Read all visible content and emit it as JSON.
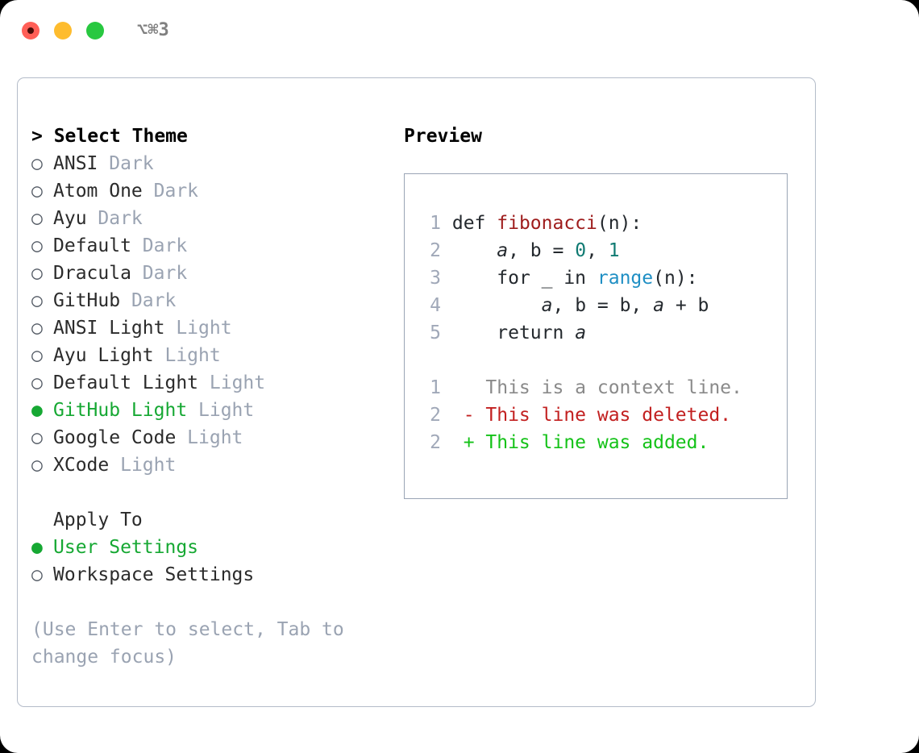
{
  "titlebar": {
    "shortcut": "⌥⌘3",
    "buttons": [
      {
        "name": "close",
        "color": "#ff5f57"
      },
      {
        "name": "minimize",
        "color": "#febc2e"
      },
      {
        "name": "maximize",
        "color": "#28c840"
      }
    ]
  },
  "left": {
    "header": "> Select Theme",
    "themes": [
      {
        "marker": "○",
        "name": "ANSI",
        "tag": "Dark",
        "selected": false
      },
      {
        "marker": "○",
        "name": "Atom One",
        "tag": "Dark",
        "selected": false
      },
      {
        "marker": "○",
        "name": "Ayu",
        "tag": "Dark",
        "selected": false
      },
      {
        "marker": "○",
        "name": "Default",
        "tag": "Dark",
        "selected": false
      },
      {
        "marker": "○",
        "name": "Dracula",
        "tag": "Dark",
        "selected": false
      },
      {
        "marker": "○",
        "name": "GitHub",
        "tag": "Dark",
        "selected": false
      },
      {
        "marker": "○",
        "name": "ANSI Light",
        "tag": "Light",
        "selected": false
      },
      {
        "marker": "○",
        "name": "Ayu Light",
        "tag": "Light",
        "selected": false
      },
      {
        "marker": "○",
        "name": "Default Light",
        "tag": "Light",
        "selected": false
      },
      {
        "marker": "●",
        "name": "GitHub Light",
        "tag": "Light",
        "selected": true
      },
      {
        "marker": "○",
        "name": "Google Code",
        "tag": "Light",
        "selected": false
      },
      {
        "marker": "○",
        "name": "XCode",
        "tag": "Light",
        "selected": false
      }
    ],
    "apply_to_header": "Apply To",
    "apply_to": [
      {
        "marker": "●",
        "name": "User Settings",
        "selected": true
      },
      {
        "marker": "○",
        "name": "Workspace Settings",
        "selected": false
      }
    ],
    "hint": "(Use Enter to select, Tab to change focus)"
  },
  "right": {
    "header": "Preview",
    "code": [
      {
        "num": "1",
        "tokens": [
          {
            "t": "def ",
            "c": "plain"
          },
          {
            "t": "fibonacci",
            "c": "fn"
          },
          {
            "t": "(n):",
            "c": "plain"
          }
        ]
      },
      {
        "num": "2",
        "tokens": [
          {
            "t": "    ",
            "c": "plain"
          },
          {
            "t": "a",
            "c": "ital"
          },
          {
            "t": ", b = ",
            "c": "plain"
          },
          {
            "t": "0",
            "c": "num"
          },
          {
            "t": ", ",
            "c": "plain"
          },
          {
            "t": "1",
            "c": "num"
          }
        ]
      },
      {
        "num": "3",
        "tokens": [
          {
            "t": "    for _ in ",
            "c": "plain"
          },
          {
            "t": "range",
            "c": "call"
          },
          {
            "t": "(n):",
            "c": "plain"
          }
        ]
      },
      {
        "num": "4",
        "tokens": [
          {
            "t": "        ",
            "c": "plain"
          },
          {
            "t": "a",
            "c": "ital"
          },
          {
            "t": ", b = b, ",
            "c": "plain"
          },
          {
            "t": "a",
            "c": "ital"
          },
          {
            "t": " + b",
            "c": "plain"
          }
        ]
      },
      {
        "num": "5",
        "tokens": [
          {
            "t": "    return ",
            "c": "plain"
          },
          {
            "t": "a",
            "c": "ital"
          }
        ]
      }
    ],
    "diff": [
      {
        "num": "1",
        "sign": "  ",
        "text": "This is a context line.",
        "kind": "ctx"
      },
      {
        "num": "2",
        "sign": "- ",
        "text": "This line was deleted.",
        "kind": "del"
      },
      {
        "num": "2",
        "sign": "+ ",
        "text": "This line was added.",
        "kind": "add"
      }
    ]
  },
  "colors": {
    "accent_green": "#16a833",
    "muted": "#9aa3b2",
    "border": "#b4bcc9",
    "preview_border": "#9aa5b5",
    "fn": "#9e1c1c",
    "num": "#0f7a72",
    "call": "#1f8fc4",
    "diff_add": "#14c218",
    "diff_del": "#c22020"
  }
}
